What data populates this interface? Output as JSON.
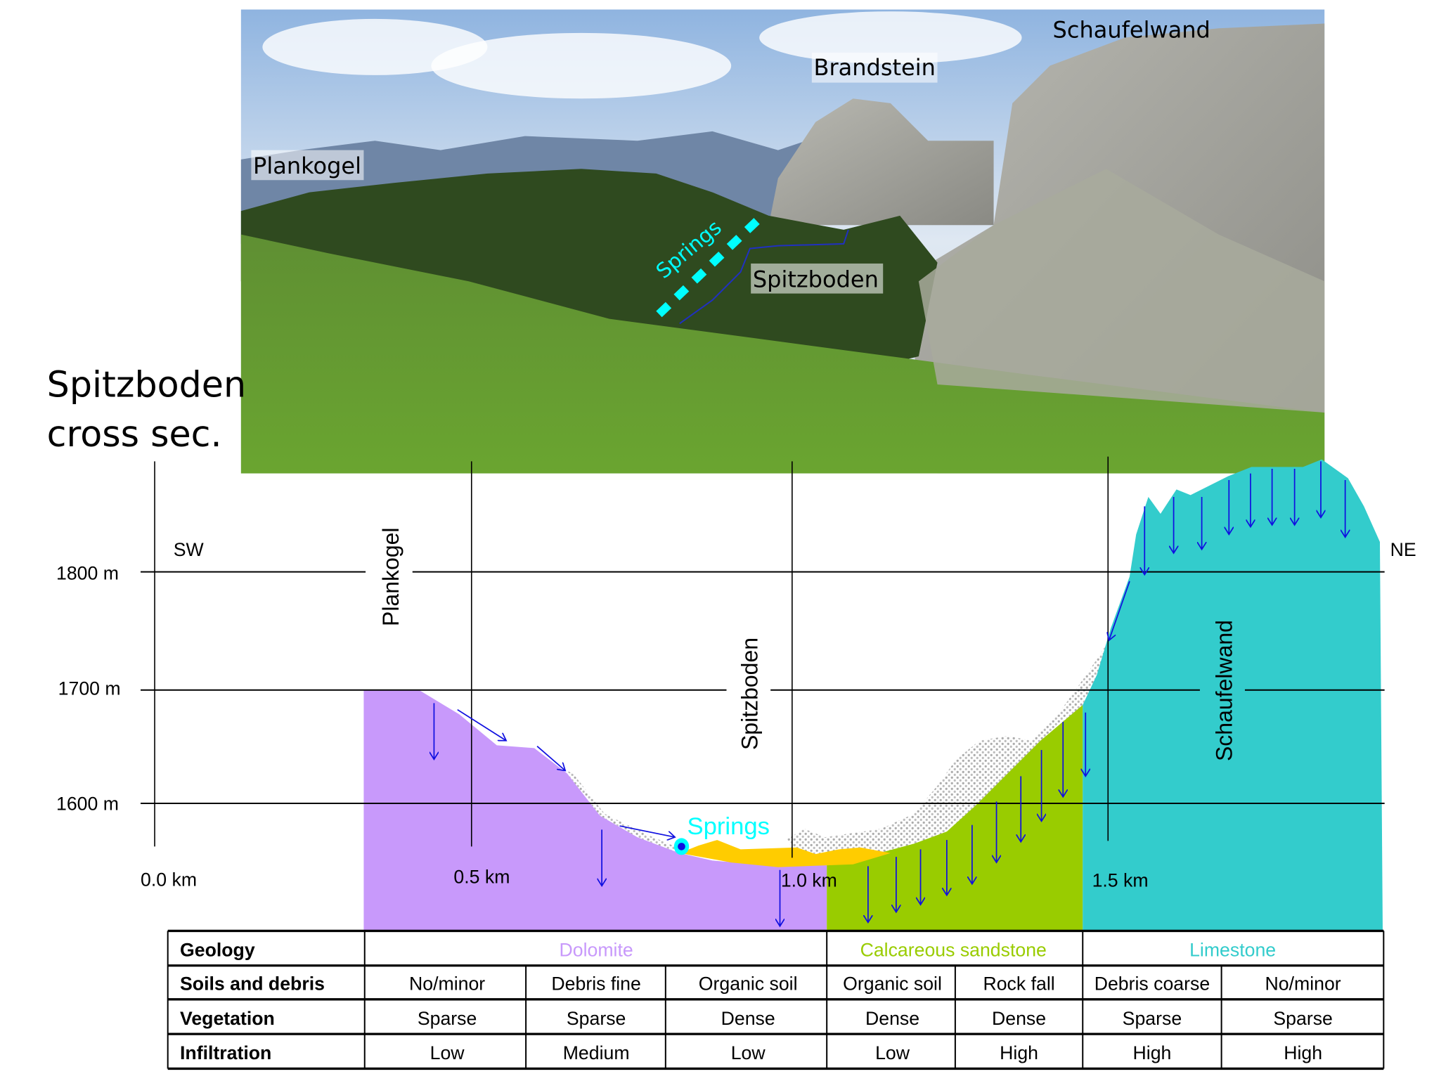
{
  "title": {
    "line1": "Spitzboden",
    "line2": "cross sec."
  },
  "photo_labels": {
    "plankogel": "Plankogel",
    "brandstein": "Brandstein",
    "schaufelwand": "Schaufelwand",
    "spitzboden": "Spitzboden",
    "springs": "Springs"
  },
  "section": {
    "elevations": [
      "1800 m",
      "1700 m",
      "1600 m"
    ],
    "distances": [
      "0.0 km",
      "0.5 km",
      "1.0 km",
      "1.5 km"
    ],
    "direction_left": "SW",
    "direction_right": "NE",
    "peak_labels": {
      "plankogel": "Plankogel",
      "spitzboden": "Spitzboden",
      "schaufelwand": "Schaufelwand"
    },
    "springs_label": "Springs"
  },
  "colors": {
    "dolomite": "#c899fb",
    "sandstone": "#99cc00",
    "limestone": "#33cccc",
    "organic": "#ffcc00",
    "arrows": "#1010e0",
    "springs": "#00ffff"
  },
  "table": {
    "row_headers": [
      "Geology",
      "Soils and debris",
      "Vegetation",
      "Infiltration"
    ],
    "geology": [
      "Dolomite",
      "Calcareous sandstone",
      "Limestone"
    ],
    "soils": [
      "No/minor",
      "Debris fine",
      "Organic soil",
      "Organic soil",
      "Rock fall",
      "Debris coarse",
      "No/minor"
    ],
    "vegetation": [
      "Sparse",
      "Sparse",
      "Dense",
      "Dense",
      "Dense",
      "Sparse",
      "Sparse"
    ],
    "infiltration": [
      "Low",
      "Medium",
      "Low",
      "Low",
      "High",
      "High",
      "High"
    ]
  }
}
